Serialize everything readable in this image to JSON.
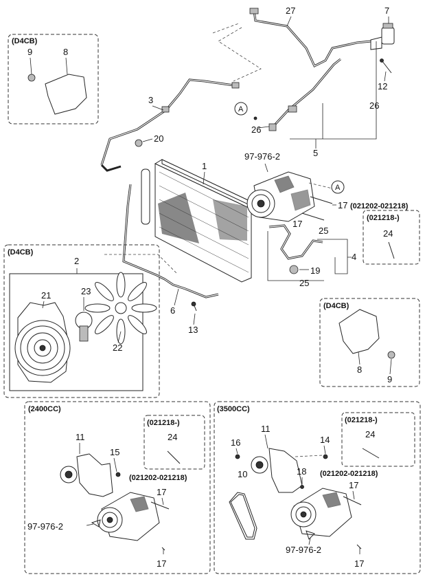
{
  "boxes": {
    "d4cb_label": "(D4CB)",
    "cc2400_label": "(2400CC)",
    "cc3500_label": "(3500CC)",
    "date_after": "(021218-)",
    "date_range": "(021202-021218)"
  },
  "callouts": {
    "n1": "1",
    "n2": "2",
    "n3": "3",
    "n4": "4",
    "n5": "5",
    "n6": "6",
    "n7": "7",
    "n8": "8",
    "n9": "9",
    "n10": "10",
    "n11": "11",
    "n12": "12",
    "n13": "13",
    "n14": "14",
    "n15": "15",
    "n16": "16",
    "n17": "17",
    "n18": "18",
    "n19": "19",
    "n20": "20",
    "n21": "21",
    "n22": "22",
    "n23": "23",
    "n24": "24",
    "n25": "25",
    "n26": "26",
    "n27": "27",
    "ref_compressor": "97-976-2",
    "marker_a": "A"
  }
}
